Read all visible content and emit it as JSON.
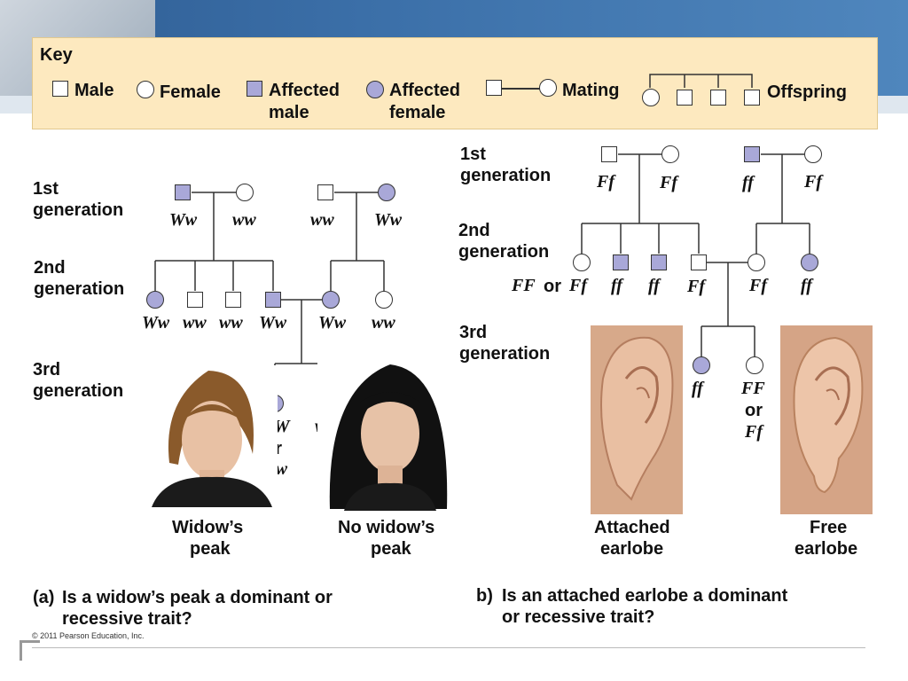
{
  "key": {
    "title": "Key",
    "male": "Male",
    "female": "Female",
    "affected_male_1": "Affected",
    "affected_male_2": "male",
    "affected_female_1": "Affected",
    "affected_female_2": "female",
    "mating": "Mating",
    "offspring": "Offspring"
  },
  "left": {
    "gen1": [
      "1st",
      "generation"
    ],
    "gen2": [
      "2nd",
      "generation"
    ],
    "gen3": [
      "3rd",
      "generation"
    ],
    "g1_labels": [
      "Ww",
      "ww",
      "ww",
      "Ww"
    ],
    "g2_labels": [
      "Ww",
      "ww",
      "ww",
      "Ww",
      "Ww",
      "ww"
    ],
    "g3_labels": [
      "WW",
      "or",
      "Ww",
      "ww"
    ],
    "photo1_caption": [
      "Widow’s",
      "peak"
    ],
    "photo2_caption": [
      "No widow’s",
      "peak"
    ],
    "question_prefix": "(a)",
    "question": [
      "Is a widow’s peak a dominant or",
      "recessive trait?"
    ]
  },
  "right": {
    "gen1": [
      "1st",
      "generation"
    ],
    "gen2": [
      "2nd",
      "generation"
    ],
    "gen3": [
      "3rd",
      "generation"
    ],
    "g1_labels": [
      "Ff",
      "Ff",
      "ff",
      "Ff"
    ],
    "g2_first_a": "FF",
    "g2_first_or": "or",
    "g2_first_b": "Ff",
    "g2_labels": [
      "ff",
      "ff",
      "Ff",
      "Ff",
      "ff"
    ],
    "g3_labels": [
      "ff",
      "FF",
      "or",
      "Ff"
    ],
    "photo1_caption": [
      "Attached",
      "earlobe"
    ],
    "photo2_caption": [
      "Free",
      "earlobe"
    ],
    "question_prefix": "b)",
    "question": [
      "Is an attached earlobe a dominant",
      "or recessive trait?"
    ]
  },
  "copyright": "© 2011 Pearson Education, Inc.",
  "colors": {
    "affected": "#a9a8d8",
    "key_bg": "#fde9bf",
    "banner": "#3b6fa8"
  }
}
